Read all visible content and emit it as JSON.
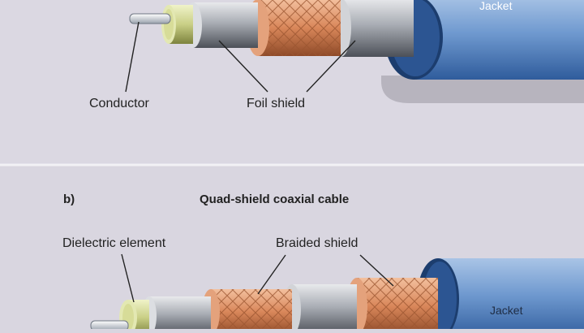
{
  "panel_a": {
    "labels": {
      "jacket": "Jacket",
      "conductor": "Conductor",
      "foil_shield": "Foil shield"
    }
  },
  "panel_b": {
    "letter": "b)",
    "title": "Quad-shield coaxial cable",
    "labels": {
      "dielectric": "Dielectric element",
      "braided_shield": "Braided shield",
      "jacket": "Jacket"
    }
  },
  "colors": {
    "background": "#d9d6e0",
    "jacket": "#5a88c4",
    "braid": "#d98a5e",
    "foil": "#b9bcc2",
    "dielectric": "#c9d08a",
    "conductor": "#e9ecf1"
  }
}
